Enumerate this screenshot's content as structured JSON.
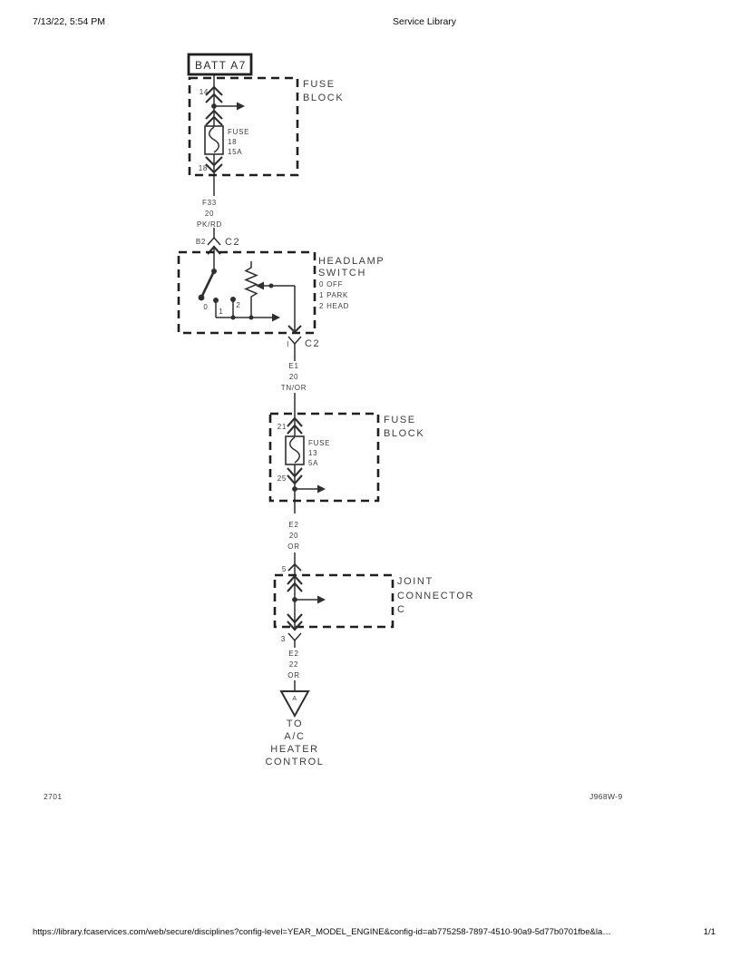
{
  "header": {
    "datetime": "7/13/22, 5:54 PM",
    "title": "Service Library"
  },
  "footer": {
    "sheet_number": "2701",
    "diagram_id": "J968W-9",
    "url": "https://library.fcaservices.com/web/secure/disciplines?config-level=YEAR_MODEL_ENGINE&config-id=ab775258-7897-4510-90a9-5d77b0701fbe&la…",
    "page_indicator": "1/1"
  },
  "diagram": {
    "battery_feed": {
      "label": "BATT A7"
    },
    "fuse_block_top": {
      "title_line1": "FUSE",
      "title_line2": "BLOCK",
      "pin_in": "14",
      "pin_out": "18",
      "fuse_label": "FUSE",
      "fuse_number": "18",
      "fuse_rating": "15A"
    },
    "wire_f33": {
      "circuit": "F33",
      "gauge": "20",
      "color_code": "PK/RD"
    },
    "connector_top": {
      "cavity": "B2",
      "connector": "C2"
    },
    "headlamp_switch": {
      "title_line1": "HEADLAMP",
      "title_line2": "SWITCH",
      "position_0": "0 OFF",
      "position_1": "1 PARK",
      "position_2": "2 HEAD",
      "contact_0": "0",
      "contact_1": "1",
      "contact_2": "2",
      "cavity_out": "I",
      "connector_out": "C2"
    },
    "wire_e1": {
      "circuit": "E1",
      "gauge": "20",
      "color_code": "TN/OR"
    },
    "fuse_block_lower": {
      "title_line1": "FUSE",
      "title_line2": "BLOCK",
      "pin_in": "21",
      "pin_out": "25",
      "fuse_label": "FUSE",
      "fuse_number": "13",
      "fuse_rating": "5A"
    },
    "wire_e2_20": {
      "circuit": "E2",
      "gauge": "20",
      "color_code": "OR"
    },
    "joint_connector": {
      "title_line1": "JOINT",
      "title_line2": "CONNECTOR",
      "title_line3": "C",
      "pin_in": "5",
      "pin_out": "3"
    },
    "wire_e2_22": {
      "circuit": "E2",
      "gauge": "22",
      "color_code": "OR"
    },
    "destination": {
      "marker": "A",
      "line1": "TO",
      "line2": "A/C",
      "line3": "HEATER",
      "line4": "CONTROL"
    }
  },
  "colors": {
    "ink": "#2f2f2f",
    "text": "#3d3d3d",
    "background": "#ffffff"
  }
}
